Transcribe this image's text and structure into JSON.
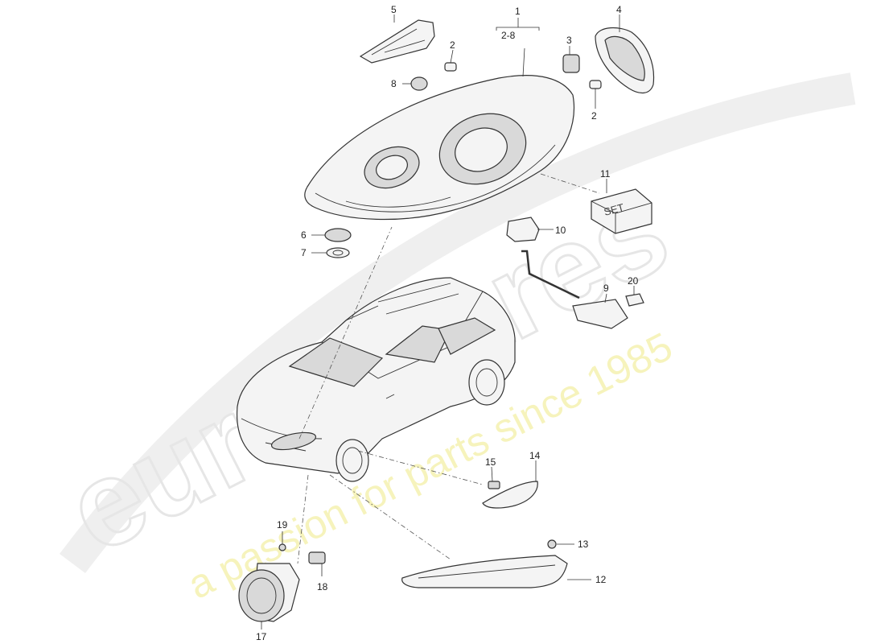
{
  "watermark": {
    "brand": "eurospares",
    "tagline": "a passion for parts since 1985"
  },
  "set_box_label": "SET",
  "callouts": [
    {
      "id": "1",
      "text": "1"
    },
    {
      "id": "1sub",
      "text": "2-8"
    },
    {
      "id": "2a",
      "text": "2"
    },
    {
      "id": "2b",
      "text": "2"
    },
    {
      "id": "3",
      "text": "3"
    },
    {
      "id": "4",
      "text": "4"
    },
    {
      "id": "5",
      "text": "5"
    },
    {
      "id": "6",
      "text": "6"
    },
    {
      "id": "7",
      "text": "7"
    },
    {
      "id": "8",
      "text": "8"
    },
    {
      "id": "9",
      "text": "9"
    },
    {
      "id": "10",
      "text": "10"
    },
    {
      "id": "11",
      "text": "11"
    },
    {
      "id": "12",
      "text": "12"
    },
    {
      "id": "13",
      "text": "13"
    },
    {
      "id": "14",
      "text": "14"
    },
    {
      "id": "15",
      "text": "15"
    },
    {
      "id": "17",
      "text": "17"
    },
    {
      "id": "18",
      "text": "18"
    },
    {
      "id": "19",
      "text": "19"
    },
    {
      "id": "20",
      "text": "20"
    }
  ]
}
